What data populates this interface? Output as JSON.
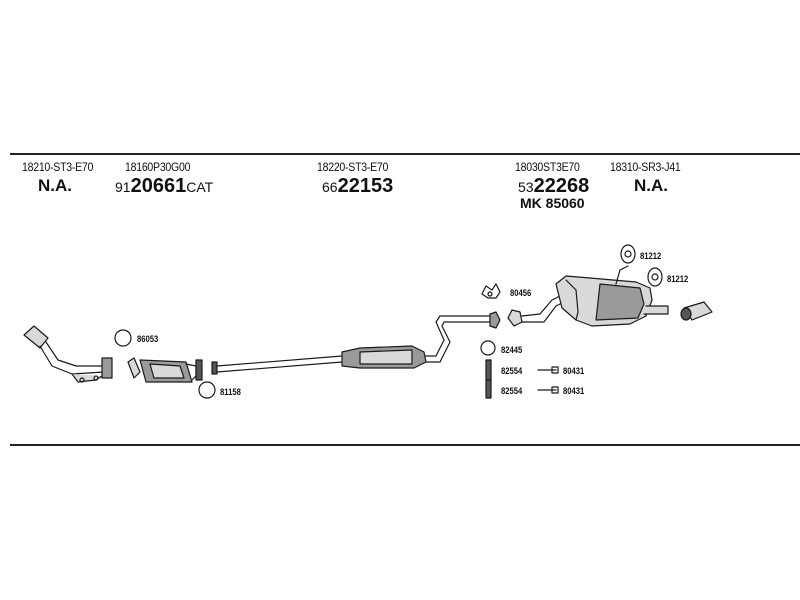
{
  "header_row": [
    {
      "part_number": "18210-ST3-E70",
      "ref_type": "na",
      "ref_text": "N.A."
    },
    {
      "part_number": "18160P30G00",
      "ref_type": "ref",
      "ref_prefix": "91",
      "ref_main": "20661",
      "ref_suffix": "CAT"
    },
    {
      "part_number": "18220-ST3-E70",
      "ref_type": "ref",
      "ref_prefix": "66",
      "ref_main": "22153",
      "ref_suffix": ""
    },
    {
      "part_number": "18030ST3E70",
      "ref_type": "ref",
      "ref_prefix": "53",
      "ref_main": "22268",
      "ref_suffix": "",
      "extra": "MK  85060"
    },
    {
      "part_number": "18310-SR3-J41",
      "ref_type": "na",
      "ref_text": "N.A."
    }
  ],
  "callouts": {
    "gasket_front": "86053",
    "gasket_cat_rear": "81158",
    "hanger_center": "80456",
    "ring_82445": "82445",
    "bolt_upper": "82554",
    "nut_upper": "80431",
    "bolt_lower": "82554",
    "nut_lower": "80431",
    "hanger_rear_top": "81212",
    "hanger_rear_side": "81212"
  },
  "colors": {
    "line": "#1a1a1a",
    "fill_light": "#d9d9d9",
    "fill_mid": "#9a9a9a",
    "fill_dark": "#555555"
  }
}
